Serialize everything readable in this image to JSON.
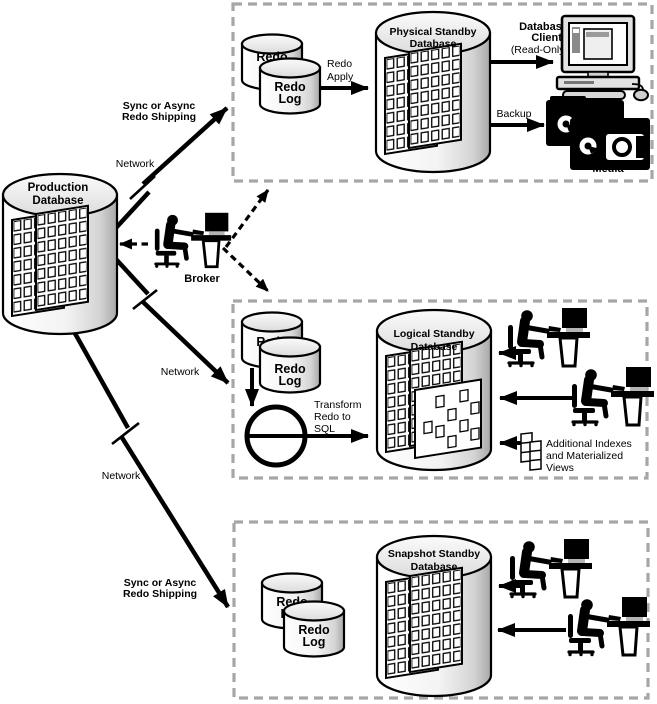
{
  "colors": {
    "line": "#000000",
    "box_border": "#a6a6a6",
    "cylinder_cap": "#e3e3e3",
    "cylinder_shade": "#aaaaaa",
    "background": "#ffffff"
  },
  "production_db": {
    "label": [
      "Production",
      "Database"
    ]
  },
  "broker": {
    "label": "Broker"
  },
  "links": {
    "ship_top": [
      "Sync or Async",
      "Redo Shipping"
    ],
    "network_top": "Network",
    "network_mid": "Network",
    "network_bottom": "Network",
    "ship_bottom": [
      "Sync or Async",
      "Redo Shipping"
    ]
  },
  "physical_box": {
    "redo_log_back": [
      "Redo",
      "Log"
    ],
    "redo_log_front": [
      "Redo",
      "Log"
    ],
    "redo_apply": [
      "Redo",
      "Apply"
    ],
    "db_label": [
      "Physical Standby",
      "Database"
    ],
    "clients_label": [
      "Database",
      "Clients",
      "(Read-Only)"
    ],
    "backup_label": "Backup",
    "media_label": "Media"
  },
  "logical_box": {
    "redo_log_back": [
      "Redo",
      "Log"
    ],
    "redo_log_front": [
      "Redo",
      "Log"
    ],
    "transform_label": [
      "Transform",
      "Redo to",
      "SQL"
    ],
    "db_label": [
      "Logical Standby",
      "Database"
    ],
    "additional_label": [
      "Additional Indexes",
      "and Materialized",
      "Views"
    ]
  },
  "snapshot_box": {
    "redo_log_back": [
      "Redo",
      "Log"
    ],
    "redo_log_front": [
      "Redo",
      "Log"
    ],
    "db_label": [
      "Snapshot Standby",
      "Database"
    ]
  }
}
